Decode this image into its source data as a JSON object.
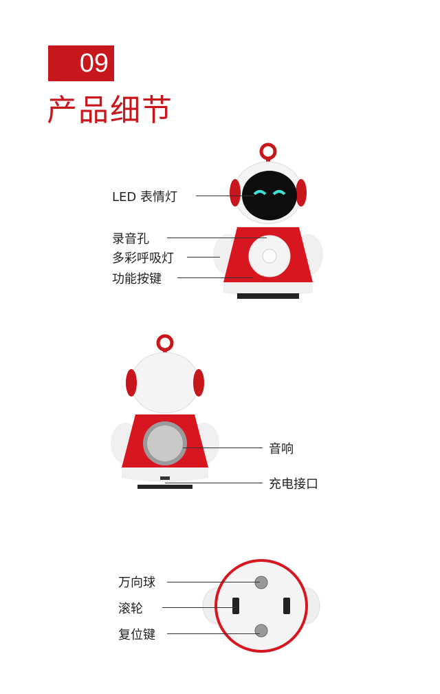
{
  "header": {
    "number": "09",
    "title": "产品细节"
  },
  "front_view": {
    "labels": [
      "LED 表情灯",
      "录音孔",
      "多彩呼吸灯",
      "功能按键"
    ]
  },
  "back_view": {
    "labels": [
      "音响",
      "充电接口"
    ]
  },
  "bottom_view": {
    "labels": [
      "万向球",
      "滚轮",
      "复位键"
    ]
  },
  "colors": {
    "accent": "#c8161d",
    "body_white": "#f3f3f3"
  }
}
